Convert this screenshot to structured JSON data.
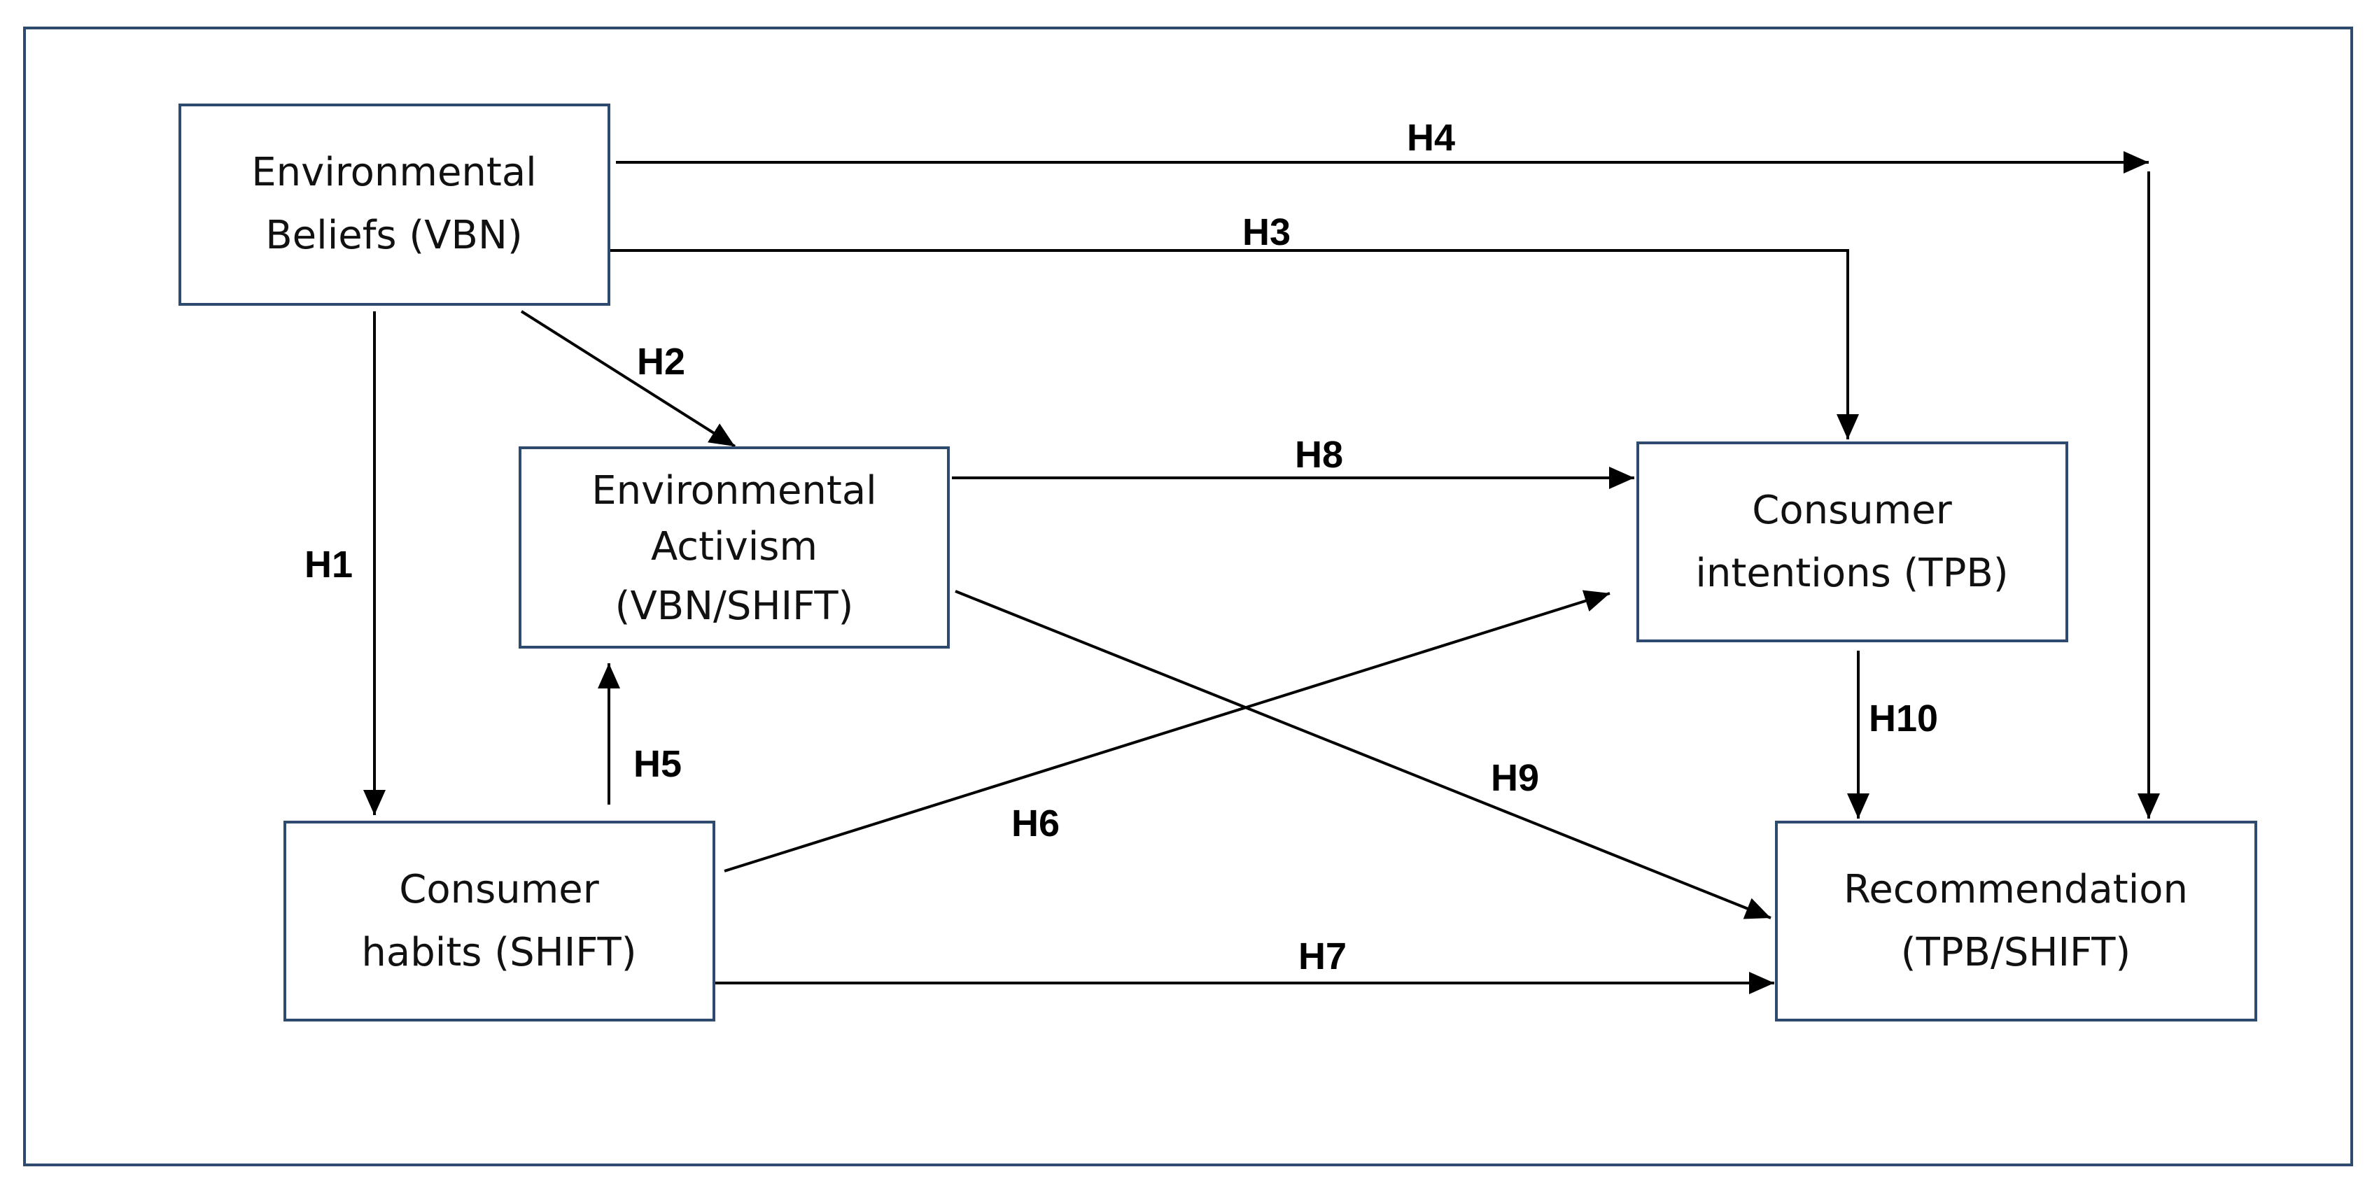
{
  "nodes": {
    "beliefs": {
      "lines": [
        "Environmental",
        "Beliefs (VBN)"
      ]
    },
    "activism": {
      "lines": [
        "Environmental",
        "Activism",
        "(VBN/SHIFT)"
      ]
    },
    "habits": {
      "lines": [
        "Consumer",
        "habits (SHIFT)"
      ]
    },
    "intentions": {
      "lines": [
        "Consumer",
        "intentions (TPB)"
      ]
    },
    "recommendation": {
      "lines": [
        "Recommendation",
        "(TPB/SHIFT)"
      ]
    }
  },
  "hypotheses": {
    "h1": "H1",
    "h2": "H2",
    "h3": "H3",
    "h4": "H4",
    "h5": "H5",
    "h6": "H6",
    "h7": "H7",
    "h8": "H8",
    "h9": "H9",
    "h10": "H10"
  },
  "colors": {
    "box_border": "#2e4a6f",
    "arrow": "#000000",
    "text": "#111111"
  }
}
